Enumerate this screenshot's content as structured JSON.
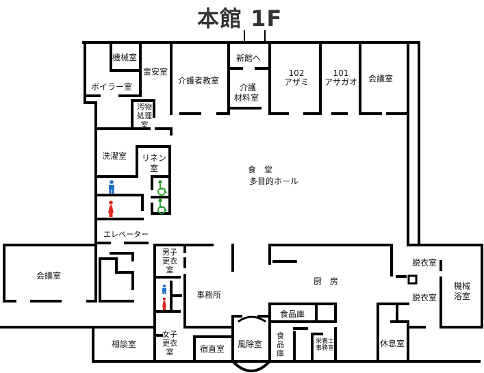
{
  "title": "本館 1F",
  "rooms": {
    "kikai": "機械室",
    "boiler": "ボイラー室",
    "reian": "霊安室",
    "kaigo_kyoshitsu": "介護者教室",
    "shinkan": "新館へ",
    "kaigo_zairyo_1": "介護",
    "kaigo_zairyo_2": "材料室",
    "r102_num": "102",
    "r102_name": "アザミ",
    "r101_num": "101",
    "r101_name": "アサガオ",
    "kaigi_top": "会議室",
    "obutsu_1": "汚物",
    "obutsu_2": "処理",
    "obutsu_3": "室",
    "sentaku": "洗濯室",
    "linen_1": "リネン",
    "linen_2": "室",
    "shokudo": "食　堂",
    "tamokuteki": "多目的ホール",
    "elevator": "エレベーター",
    "kaigi_left": "会議室",
    "danshi_1": "男子",
    "danshi_2": "更衣",
    "danshi_3": "室",
    "jimusho": "事務所",
    "chubo": "厨　房",
    "datsui_1": "脱衣室",
    "datsui_2": "脱衣室",
    "kikai_yoku_1": "機械",
    "kikai_yoku_2": "浴室",
    "shokuhinko_h": "食品庫",
    "shokuhinko_v": "食品庫",
    "eiyoushi": "栄養士事務室",
    "kyusoku": "休息室",
    "sodan": "相談室",
    "joshi_1": "女子",
    "joshi_2": "更衣",
    "joshi_3": "室",
    "shukuchoku": "宿直室",
    "fuujo": "風除室"
  },
  "colors": {
    "wall": "#000000",
    "toilet_male": "#1e6fc6",
    "toilet_female": "#d9261c",
    "accessible": "#2f9e2f",
    "title": "#333333"
  },
  "icons": {
    "male": "male-toilet-icon",
    "female": "female-toilet-icon",
    "wheelchair": "wheelchair-icon"
  }
}
